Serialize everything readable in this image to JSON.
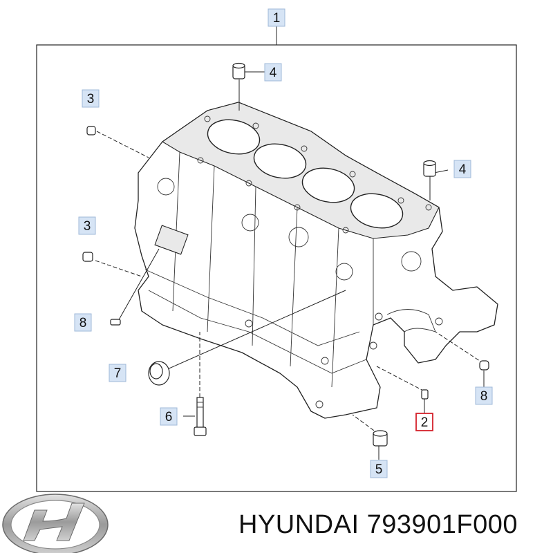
{
  "callouts": {
    "c1": "1",
    "c2": "2",
    "c3a": "3",
    "c3b": "3",
    "c4a": "4",
    "c4b": "4",
    "c5": "5",
    "c6": "6",
    "c7": "7",
    "c8a": "8",
    "c8b": "8"
  },
  "footer": {
    "brand": "HYUNDAI",
    "part_number": "793901F000"
  },
  "colors": {
    "callout_fill": "#d6e4f5",
    "highlight": "#d4202a"
  }
}
